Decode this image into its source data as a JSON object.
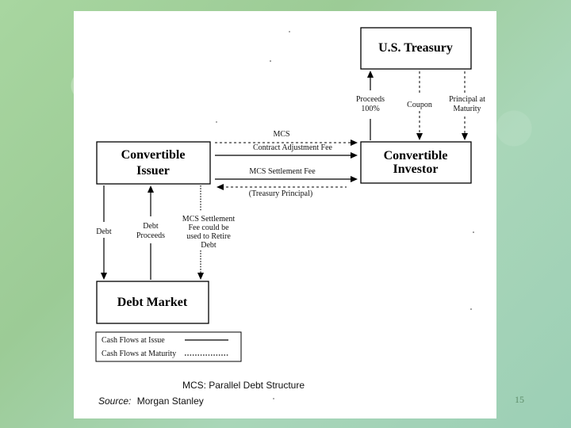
{
  "boxes": {
    "us_treasury": "U.S. Treasury",
    "convertible_issuer": [
      "Convertible",
      "Issuer"
    ],
    "convertible_investor": [
      "Convertible",
      "Investor"
    ],
    "debt_market": "Debt Market"
  },
  "flows": {
    "mcs": "MCS",
    "contract_adjustment_fee": "Contract Adjustment Fee",
    "mcs_settlement_fee": "MCS Settlement Fee",
    "treasury_principal": "(Treasury Principal)",
    "proceeds": [
      "Proceeds",
      "100%"
    ],
    "coupon": "Coupon",
    "principal_at_maturity": [
      "Principal at",
      "Maturity"
    ],
    "debt": "Debt",
    "debt_proceeds": [
      "Debt",
      "Proceeds"
    ],
    "settlement_fee_retire": [
      "MCS Settlement",
      "Fee could be",
      "used to Retire",
      "Debt"
    ]
  },
  "legend": {
    "issue": "Cash Flows at Issue",
    "maturity": "Cash Flows at Maturity"
  },
  "caption": {
    "title": "MCS: Parallel Debt Structure",
    "source_label": "Source:",
    "source_value": "Morgan Stanley"
  },
  "page_number": "15"
}
